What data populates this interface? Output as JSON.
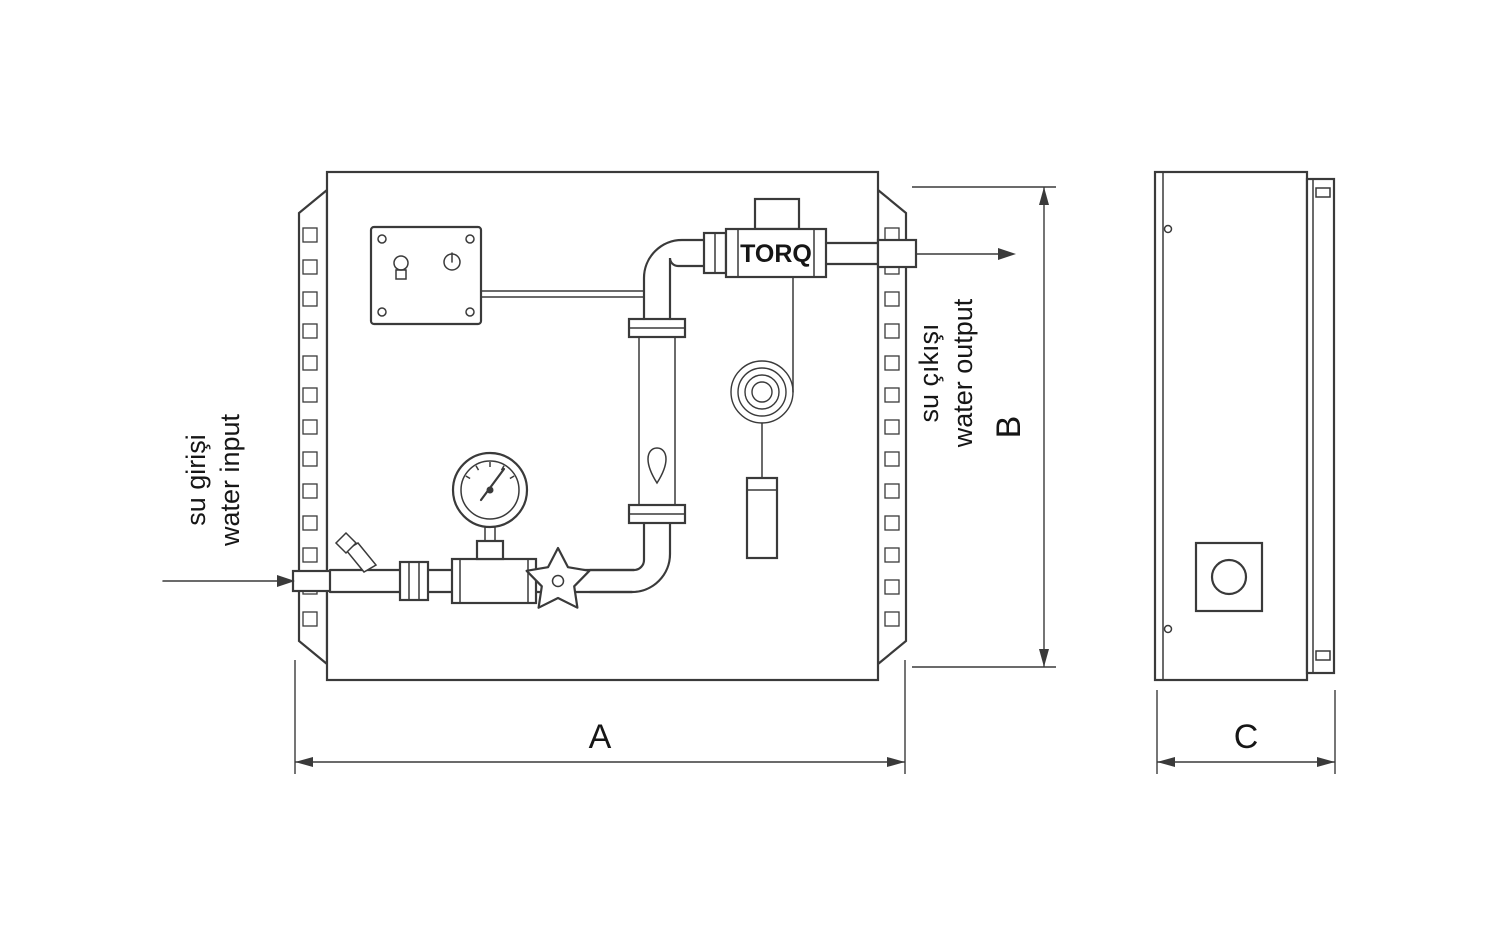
{
  "diagram": {
    "labels": {
      "water_input_tr": "su girişi",
      "water_input_en": "water input",
      "water_output_tr": "su çıkışı",
      "water_output_en": "water output"
    },
    "valve": {
      "label": "TORQ"
    },
    "dimensions": {
      "width_label": "A",
      "height_label": "B",
      "depth_label": "C"
    },
    "colors": {
      "line": "#3a3a3a",
      "text": "#161616",
      "background": "#ffffff"
    }
  }
}
